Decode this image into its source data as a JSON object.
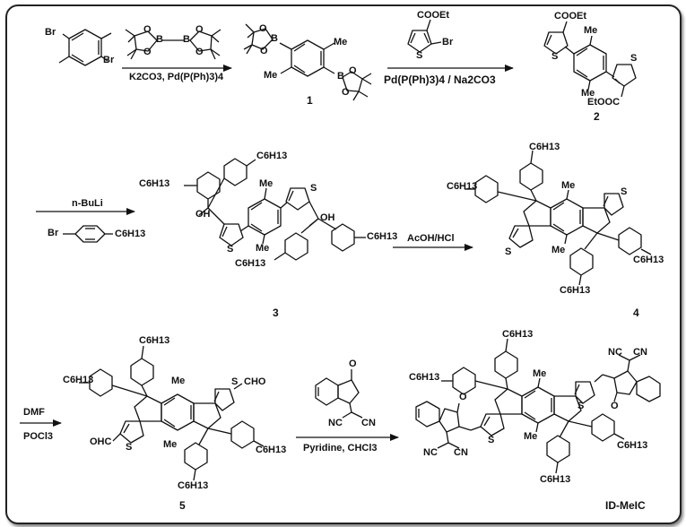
{
  "compounds": [
    {
      "id": "start",
      "number": "",
      "atoms": {
        "br_top": "Br",
        "br_bottom": "Br"
      }
    },
    {
      "id": "c1",
      "number": "1",
      "atoms": {
        "b1": "B",
        "b2": "B",
        "o1": "O",
        "o2": "O",
        "o3": "O",
        "o4": "O",
        "me1": "Me",
        "me2": "Me"
      }
    },
    {
      "id": "c2",
      "number": "2",
      "atoms": {
        "ester_top": "COOEt",
        "ester_bottom": "EtOOC",
        "s1": "S",
        "s2": "S",
        "me1": "Me",
        "me2": "Me"
      }
    },
    {
      "id": "c3",
      "number": "3",
      "atoms": {
        "oh1": "OH",
        "oh2": "OH",
        "s1": "S",
        "s2": "S",
        "me1": "Me",
        "me2": "Me",
        "hex1": "C6H13",
        "hex2": "C6H13",
        "hex3": "C6H13",
        "hex4": "C6H13"
      }
    },
    {
      "id": "c4",
      "number": "4",
      "atoms": {
        "s1": "S",
        "s2": "S",
        "me1": "Me",
        "me2": "Me",
        "hex1": "C6H13",
        "hex2": "C6H13",
        "hex3": "C6H13",
        "hex4": "C6H13"
      }
    },
    {
      "id": "c5",
      "number": "5",
      "atoms": {
        "cho1": "CHO",
        "cho2": "OHC",
        "s1": "S",
        "s2": "S",
        "me1": "Me",
        "me2": "Me",
        "hex1": "C6H13",
        "hex2": "C6H13",
        "hex3": "C6H13",
        "hex4": "C6H13"
      }
    },
    {
      "id": "final",
      "number": "ID-MeIC",
      "atoms": {
        "nc1": "NC",
        "cn1": "CN",
        "nc2": "NC",
        "cn2": "CN",
        "o1": "O",
        "o2": "O",
        "s1": "S",
        "s2": "S",
        "me1": "Me",
        "me2": "Me",
        "hex1": "C6H13",
        "hex2": "C6H13",
        "hex3": "C6H13",
        "hex4": "C6H13"
      }
    }
  ],
  "reagents": {
    "step1_top_atoms": {
      "b1": "B",
      "b2": "B",
      "o1": "O",
      "o2": "O",
      "o3": "O",
      "o4": "O"
    },
    "step1_below": "K2CO3, Pd(P(Ph)3)4",
    "step2_top": {
      "ester": "COOEt",
      "s": "S",
      "br": "Br"
    },
    "step2_below": "Pd(P(Ph)3)4 / Na2CO3",
    "step3_above": "n-BuLi",
    "step3_below": {
      "br": "Br",
      "hex": "C6H13"
    },
    "step4_above": "AcOH/HCl",
    "step5_above": "DMF",
    "step5_below": "POCl3",
    "step6_top": {
      "o": "O",
      "nc": "NC",
      "cn": "CN"
    },
    "step6_below": "Pyridine, CHCl3"
  },
  "colors": {
    "line": "#111111",
    "frame": "#222222"
  }
}
